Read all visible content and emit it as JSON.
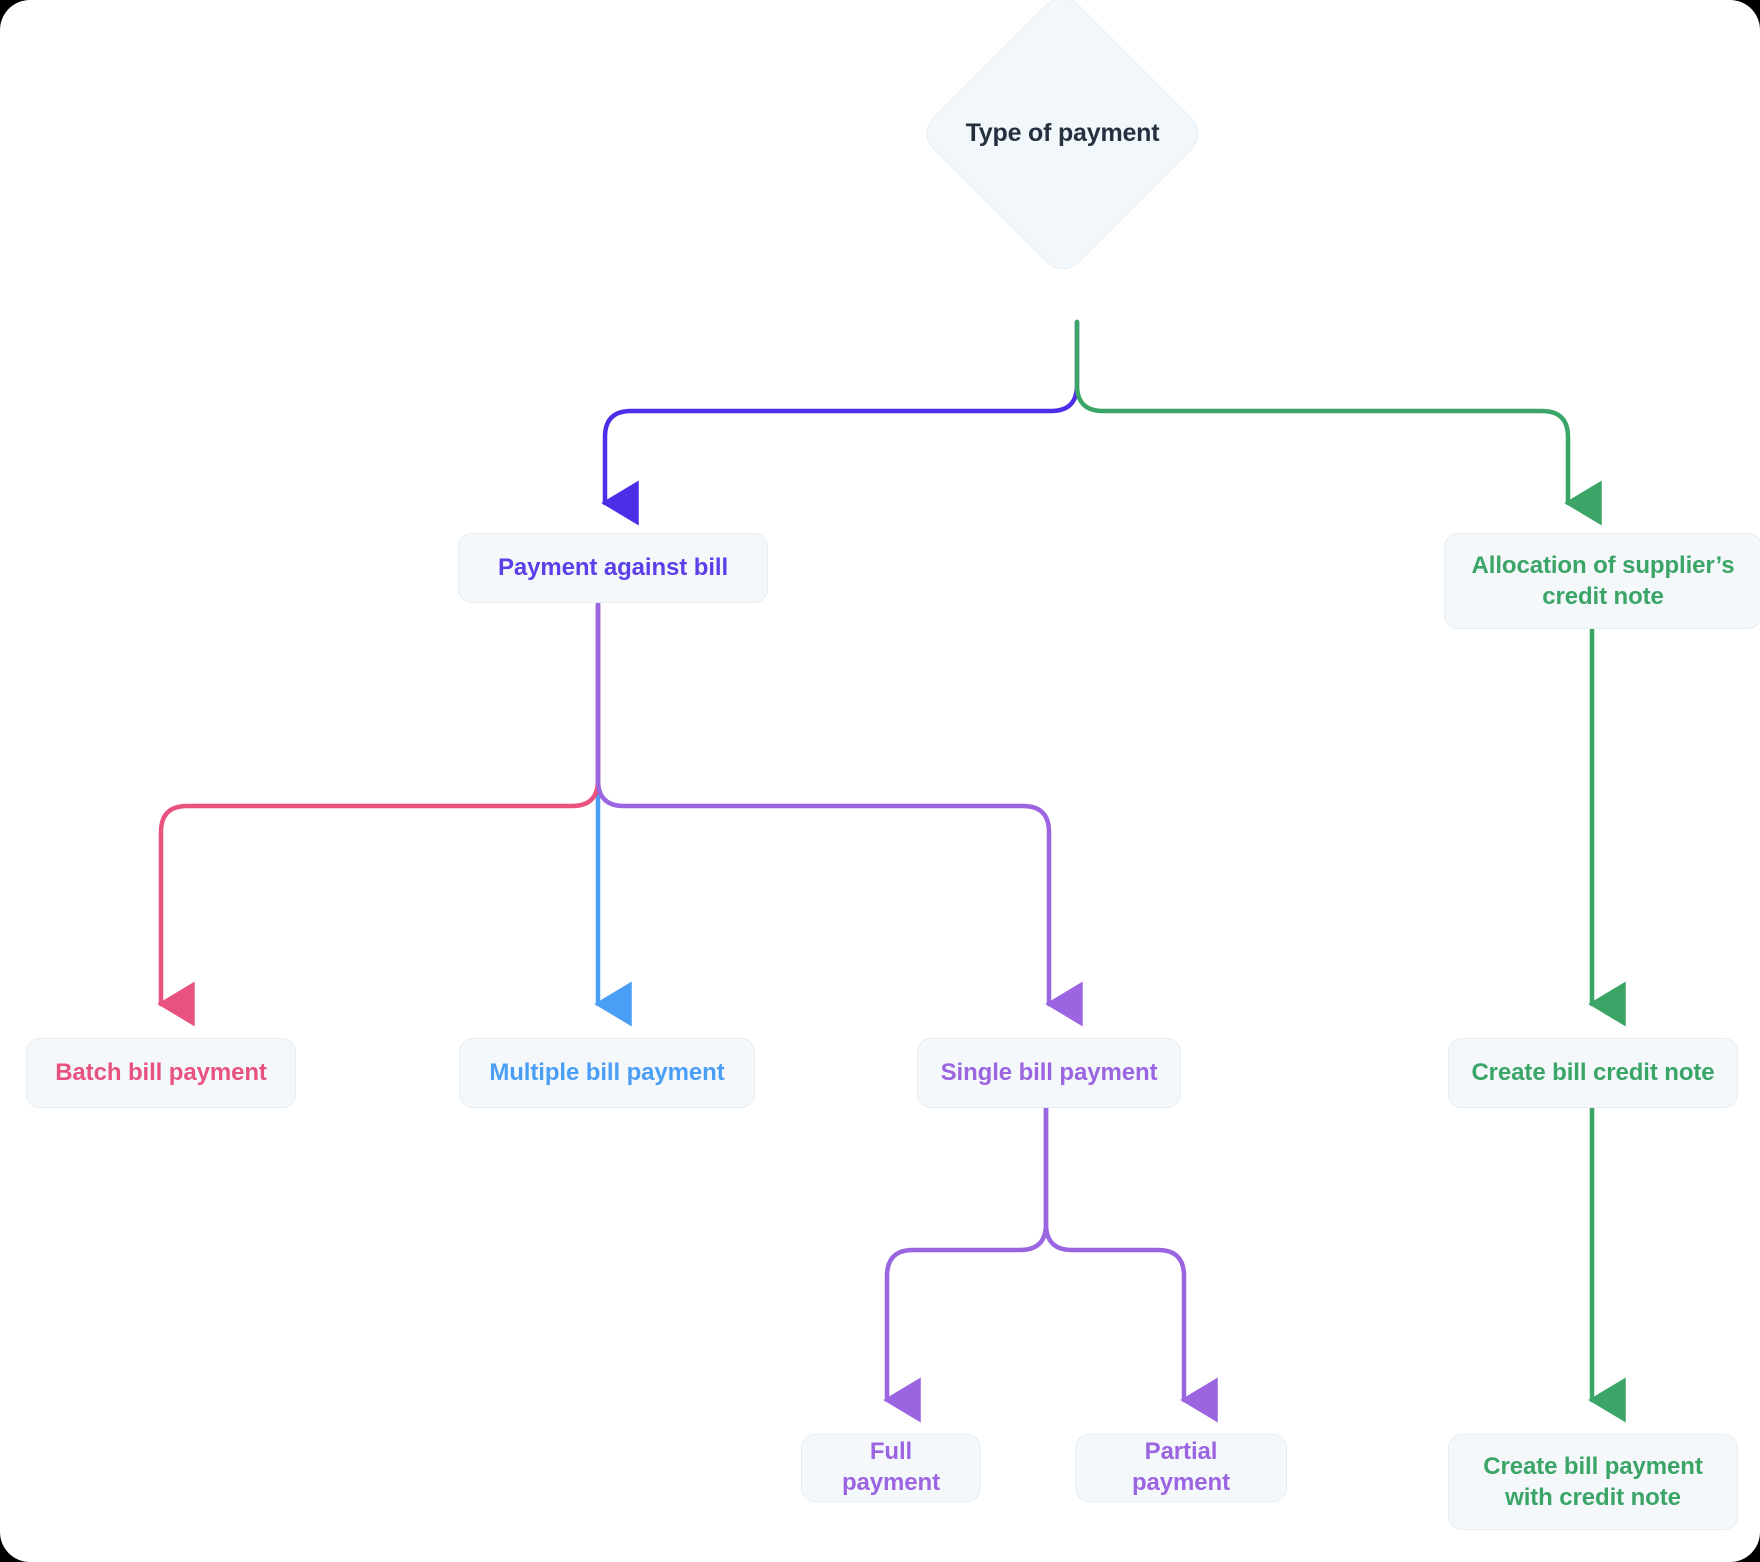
{
  "diagram": {
    "title": "Type of payment",
    "type": "flowchart",
    "background": "#ffffff",
    "node_fill": "#f4f8fb",
    "node_border": "#e4edf3",
    "root": {
      "id": "type-of-payment",
      "label": "Type of payment",
      "shape": "diamond",
      "color": "#25303f"
    },
    "nodes": [
      {
        "id": "payment-against-bill",
        "label": "Payment against bill",
        "shape": "rounded-rect",
        "color": "#5b3fe8",
        "level": 1
      },
      {
        "id": "allocation-of-suppliers-credit-note",
        "label": "Allocation of supplier’s credit note",
        "shape": "rounded-rect",
        "color": "#3ba567",
        "level": 1
      },
      {
        "id": "batch-bill-payment",
        "label": "Batch bill payment",
        "shape": "rounded-rect",
        "color": "#e8527f",
        "level": 2
      },
      {
        "id": "multiple-bill-payment",
        "label": "Multiple bill payment",
        "shape": "rounded-rect",
        "color": "#4a9ef5",
        "level": 2
      },
      {
        "id": "single-bill-payment",
        "label": "Single bill payment",
        "shape": "rounded-rect",
        "color": "#9b64e0",
        "level": 2
      },
      {
        "id": "create-bill-credit-note",
        "label": "Create bill credit note",
        "shape": "rounded-rect",
        "color": "#3ba567",
        "level": 2
      },
      {
        "id": "full-payment",
        "label": "Full payment",
        "shape": "rounded-rect",
        "color": "#9b64e0",
        "level": 3
      },
      {
        "id": "partial-payment",
        "label": "Partial payment",
        "shape": "rounded-rect",
        "color": "#9b64e0",
        "level": 3
      },
      {
        "id": "create-bill-payment-with-credit-note",
        "label": "Create bill payment with credit note",
        "shape": "rounded-rect",
        "color": "#3ba567",
        "level": 3
      }
    ],
    "edges": [
      {
        "from": "type-of-payment",
        "to": "payment-against-bill",
        "color": "#4c2ee8"
      },
      {
        "from": "type-of-payment",
        "to": "allocation-of-suppliers-credit-note",
        "color": "#3ba567"
      },
      {
        "from": "payment-against-bill",
        "to": "batch-bill-payment",
        "color": "#e8527f"
      },
      {
        "from": "payment-against-bill",
        "to": "multiple-bill-payment",
        "color": "#4a9ef5"
      },
      {
        "from": "payment-against-bill",
        "to": "single-bill-payment",
        "color": "#9b64e0"
      },
      {
        "from": "allocation-of-suppliers-credit-note",
        "to": "create-bill-credit-note",
        "color": "#3ba567"
      },
      {
        "from": "single-bill-payment",
        "to": "full-payment",
        "color": "#9b64e0"
      },
      {
        "from": "single-bill-payment",
        "to": "partial-payment",
        "color": "#9b64e0"
      },
      {
        "from": "create-bill-credit-note",
        "to": "create-bill-payment-with-credit-note",
        "color": "#3ba567"
      }
    ],
    "palette": {
      "indigo": "#4c2ee8",
      "green": "#3ba567",
      "pink": "#e8527f",
      "blue": "#4a9ef5",
      "purple": "#9b64e0",
      "ink": "#25303f"
    }
  }
}
